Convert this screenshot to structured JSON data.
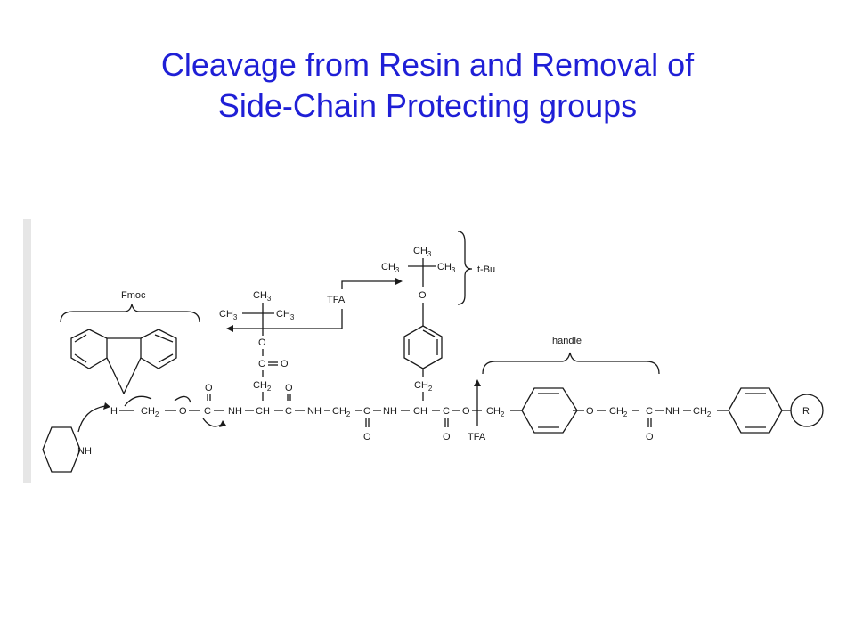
{
  "title": {
    "line1": "Cleavage from Resin and Removal of",
    "line2": "Side-Chain Protecting groups"
  },
  "labels": {
    "fmoc": "Fmoc",
    "handle": "handle",
    "tbu": "t-Bu",
    "tfa_top": "TFA",
    "tfa_bottom": "TFA",
    "r_group": "R",
    "nh_piperidine": "NH"
  },
  "colors": {
    "title": "#1f1fd6",
    "drawing": "#1a1a1a"
  }
}
